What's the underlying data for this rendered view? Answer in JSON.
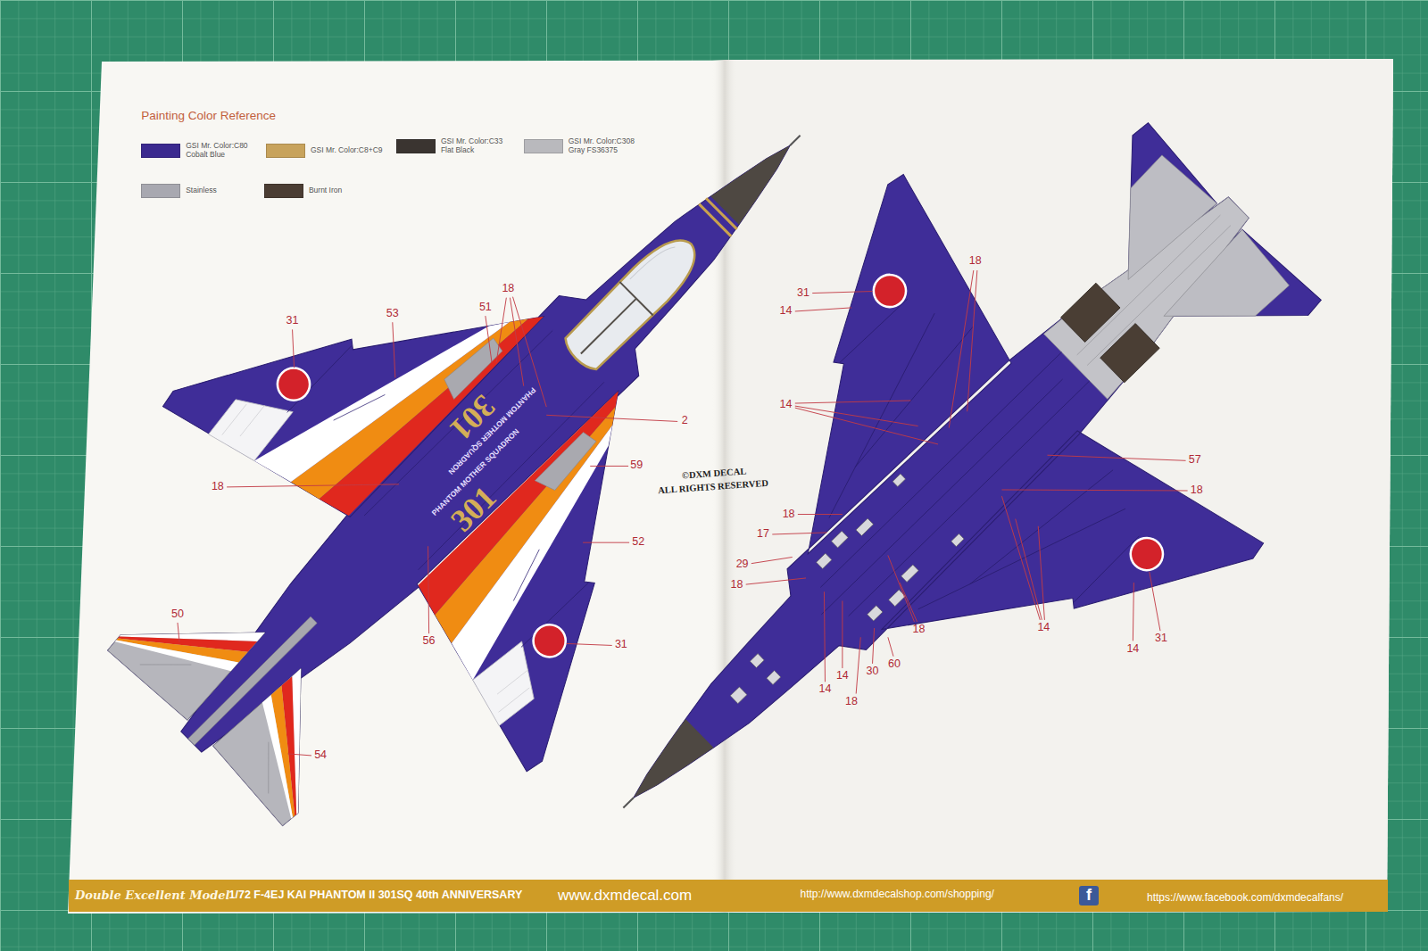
{
  "diagram": {
    "title": "Painting Color Reference",
    "nodes": [
      {
        "text": [
          "Double Excellent Model",
          "1/72 F-4EJ KAI PHANTOM II 301SQ 40th ANNIVERSARY",
          "www.dxmdecal.com",
          "http://www.dxmdecalshop.com/shopping/",
          "https://www.facebook.com/dxmdecalfans/"
        ]
      },
      {
        "text": [
          "f"
        ],
        "in": 0
      }
    ],
    "labels": [
      "©DXM DECAL",
      "ALL RIGHTS RESERVED",
      "301",
      "PHANTOM MOTHER SQUADRON",
      "301",
      "PHANTOM MOTHER SQUADRON",
      "31",
      "53",
      "51",
      "18",
      "2",
      "18",
      "59",
      "52",
      "56",
      "31",
      "50",
      "54",
      "31",
      "14",
      "18",
      "14",
      "57",
      "18",
      "18",
      "17",
      "29",
      "18",
      "18",
      "14",
      "14",
      "31",
      "30",
      "60",
      "14",
      "14",
      "18"
    ],
    "legend": [
      {
        "text": "GSI Mr. Color:C80 Cobalt Blue",
        "color": "#3b2a8f"
      },
      {
        "text": "GSI Mr. Color:C8+C9",
        "color": "#c8a35c"
      },
      {
        "text": "GSI Mr. Color:C33 Flat Black",
        "color": "#3a3430"
      },
      {
        "text": "GSI Mr. Color:C308 Gray FS36375",
        "color": "#b9b9bd"
      },
      {
        "text": "Stainless",
        "color": "#a8a8b0"
      },
      {
        "text": "Burnt Iron",
        "color": "#4b3d33"
      }
    ]
  }
}
